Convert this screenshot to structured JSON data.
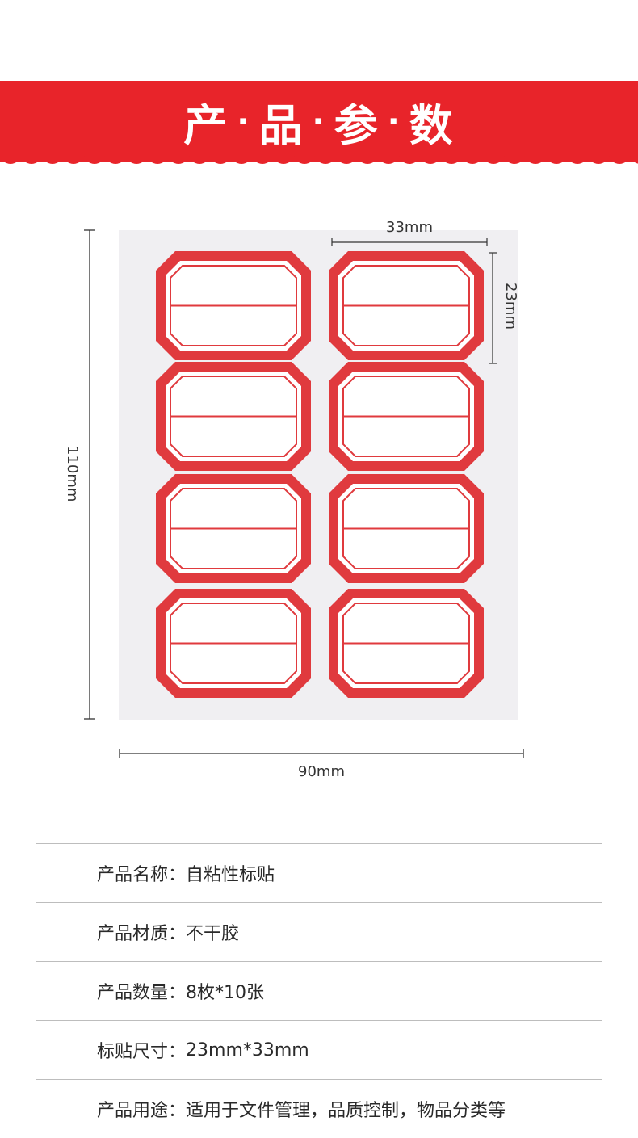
{
  "banner": {
    "title_chars": [
      "产",
      "品",
      "参",
      "数"
    ],
    "separator": "·",
    "color": "#e8242a"
  },
  "figure": {
    "label_width": "33mm",
    "label_height": "23mm",
    "sheet_height": "110mm",
    "sheet_width": "90mm",
    "label_count": 8,
    "label_color": "#e03a3e"
  },
  "specs": [
    {
      "label": "产品名称：",
      "value": "自粘性标贴"
    },
    {
      "label": "产品材质：",
      "value": "不干胶"
    },
    {
      "label": "产品数量：",
      "value": "8枚*10张"
    },
    {
      "label": "标贴尺寸：",
      "value": "23mm*33mm"
    },
    {
      "label": "产品用途：",
      "value": "适用于文件管理，品质控制，物品分类等"
    }
  ]
}
